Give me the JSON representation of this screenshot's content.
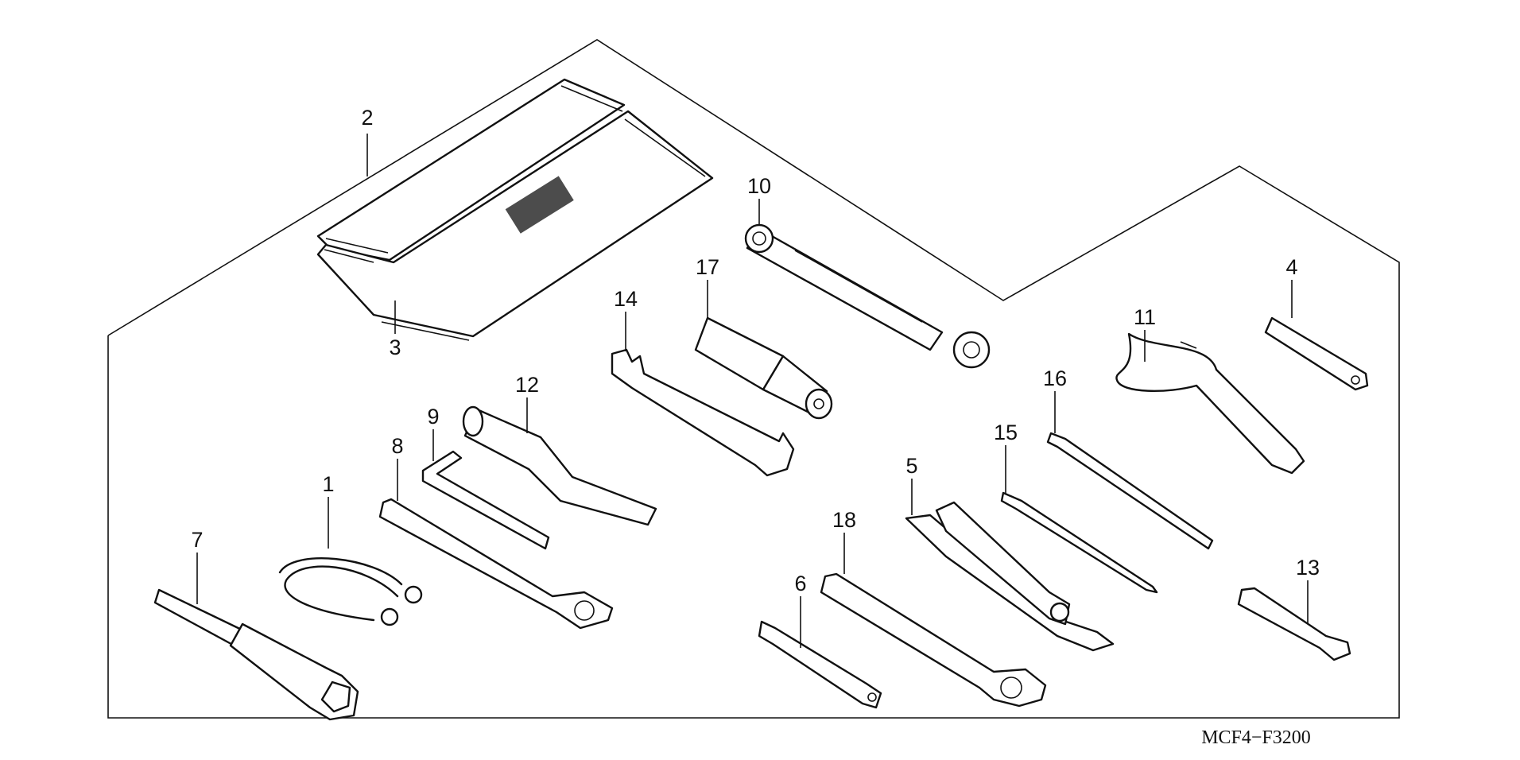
{
  "diagram": {
    "part_code": "MCF4−F3200",
    "callouts": {
      "c1": "1",
      "c2": "2",
      "c3": "3",
      "c4": "4",
      "c5": "5",
      "c6": "6",
      "c7": "7",
      "c8": "8",
      "c9": "9",
      "c10": "10",
      "c11": "11",
      "c12": "12",
      "c13": "13",
      "c14": "14",
      "c15": "15",
      "c16": "16",
      "c17": "17",
      "c18": "18"
    }
  }
}
